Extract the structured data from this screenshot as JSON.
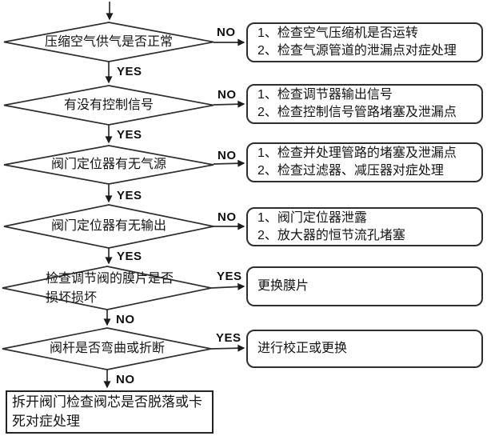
{
  "colors": {
    "line": "#2e2e2e",
    "text": "#141414",
    "background": "#ffffff"
  },
  "flowchart": {
    "decisions": [
      {
        "label": "压缩空气供气是否正常",
        "right_label": "NO",
        "down_label": "YES"
      },
      {
        "label": "有没有控制信号",
        "right_label": "NO",
        "down_label": "YES"
      },
      {
        "label": "阀门定位器有无气源",
        "right_label": "NO",
        "down_label": "YES"
      },
      {
        "label": "阀门定位器有无输出",
        "right_label": "NO",
        "down_label": "YES"
      },
      {
        "label_lines": [
          "检查调节阀的膜片是否",
          "损坏损坏"
        ],
        "right_label": "YES",
        "down_label": "NO"
      },
      {
        "label": "阀杆是否弯曲或折断",
        "right_label": "YES",
        "down_label": "NO"
      }
    ],
    "actions": [
      {
        "lines": [
          "1、检查空气压缩机是否运转",
          "2、检查气源管道的泄漏点对症处理"
        ]
      },
      {
        "lines": [
          "1、检查调节器输出信号",
          "2、检查控制信号管路堵塞及泄漏点"
        ]
      },
      {
        "lines": [
          "1、检查并处理管路的堵塞及泄漏点",
          "2、检查过滤器、减压器对症处理"
        ]
      },
      {
        "lines": [
          "1、阀门定位器泄露",
          "2、放大器的恒节流孔堵塞"
        ]
      },
      {
        "lines": [
          "更换膜片"
        ]
      },
      {
        "lines": [
          "进行校正或更换"
        ]
      }
    ],
    "final": {
      "lines": [
        "拆开阀门检查阀芯是否脱落或卡",
        "死对症处理"
      ]
    }
  }
}
